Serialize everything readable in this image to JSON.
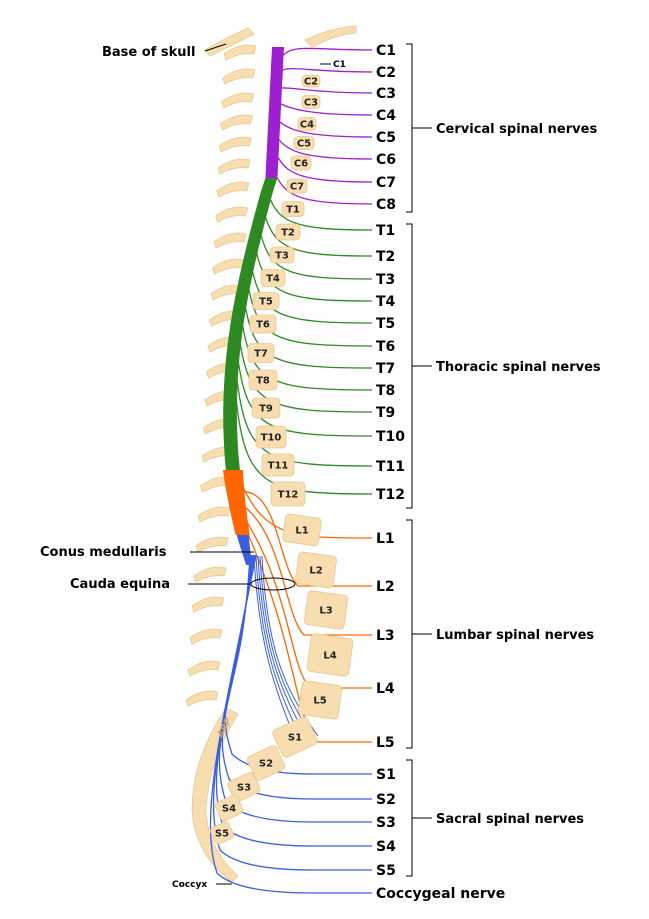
{
  "colors": {
    "cervical": "#9e1fcf",
    "thoracic": "#2d8a22",
    "lumbar": "#ff6600",
    "sacral": "#3a5fe0",
    "bone": "#f7ddb0"
  },
  "labels": {
    "base_of_skull": "Base of skull",
    "conus_medullaris": "Conus medullaris",
    "cauda_equina": "Cauda equina",
    "coccyx": "Coccyx",
    "c1_vertebra": "C1",
    "signature": "ARP"
  },
  "nerves": [
    {
      "label": "C1",
      "region": "cervical"
    },
    {
      "label": "C2",
      "region": "cervical"
    },
    {
      "label": "C3",
      "region": "cervical"
    },
    {
      "label": "C4",
      "region": "cervical"
    },
    {
      "label": "C5",
      "region": "cervical"
    },
    {
      "label": "C6",
      "region": "cervical"
    },
    {
      "label": "C7",
      "region": "cervical"
    },
    {
      "label": "C8",
      "region": "cervical"
    },
    {
      "label": "T1",
      "region": "thoracic"
    },
    {
      "label": "T2",
      "region": "thoracic"
    },
    {
      "label": "T3",
      "region": "thoracic"
    },
    {
      "label": "T4",
      "region": "thoracic"
    },
    {
      "label": "T5",
      "region": "thoracic"
    },
    {
      "label": "T6",
      "region": "thoracic"
    },
    {
      "label": "T7",
      "region": "thoracic"
    },
    {
      "label": "T8",
      "region": "thoracic"
    },
    {
      "label": "T9",
      "region": "thoracic"
    },
    {
      "label": "T10",
      "region": "thoracic"
    },
    {
      "label": "T11",
      "region": "thoracic"
    },
    {
      "label": "T12",
      "region": "thoracic"
    },
    {
      "label": "L1",
      "region": "lumbar"
    },
    {
      "label": "L2",
      "region": "lumbar"
    },
    {
      "label": "L3",
      "region": "lumbar"
    },
    {
      "label": "L4",
      "region": "lumbar"
    },
    {
      "label": "L5",
      "region": "lumbar"
    },
    {
      "label": "S1",
      "region": "sacral"
    },
    {
      "label": "S2",
      "region": "sacral"
    },
    {
      "label": "S3",
      "region": "sacral"
    },
    {
      "label": "S4",
      "region": "sacral"
    },
    {
      "label": "S5",
      "region": "sacral"
    },
    {
      "label": "Coccygeal nerve",
      "region": "sacral"
    }
  ],
  "groups": [
    {
      "label": "Cervical spinal nerves"
    },
    {
      "label": "Thoracic spinal nerves"
    },
    {
      "label": "Lumbar spinal nerves"
    },
    {
      "label": "Sacral spinal nerves"
    }
  ],
  "vertebrae": [
    "C2",
    "C3",
    "C4",
    "C5",
    "C6",
    "C7",
    "T1",
    "T2",
    "T3",
    "T4",
    "T5",
    "T6",
    "T7",
    "T8",
    "T9",
    "T10",
    "T11",
    "T12",
    "L1",
    "L2",
    "L3",
    "L4",
    "L5",
    "S1",
    "S2",
    "S3",
    "S4",
    "S5"
  ]
}
